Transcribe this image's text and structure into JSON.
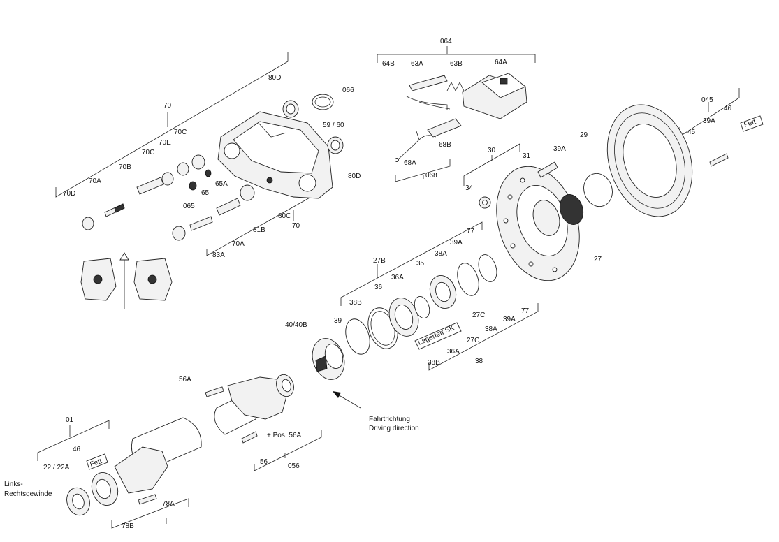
{
  "callouts": {
    "c064": "064",
    "c64B": "64B",
    "c63A": "63A",
    "c63B": "63B",
    "c64A": "64A",
    "c68B": "68B",
    "c68A": "68A",
    "c068": "068",
    "c80D_top": "80D",
    "c066": "066",
    "c70_top": "70",
    "c59_60": "59 /  60",
    "c70C_a": "70C",
    "c70E": "70E",
    "c70C_b": "70C",
    "c70B": "70B",
    "c70A_a": "70A",
    "c70D": "70D",
    "c65A": "65A",
    "c65": "65",
    "c065": "065",
    "c80D_right": "80D",
    "c80C": "80C",
    "c81B": "81B",
    "c70A_b": "70A",
    "c83A": "83A",
    "c70_bottom": "70",
    "c045": "045",
    "c46_top": "46",
    "c39A_top": "39A",
    "c45": "45",
    "c29": "29",
    "c30": "30",
    "c31": "31",
    "c39A_mid": "39A",
    "c34": "34",
    "c27": "27",
    "c77_top": "77",
    "c39A_b": "39A",
    "c27B": "27B",
    "c38A_a": "38A",
    "c35": "35",
    "c36A_a": "36A",
    "c36_a": "36",
    "c38B_a": "38B",
    "c39": "39",
    "c40_40B": "40/40B",
    "c27C_a": "27C",
    "c77_b": "77",
    "c39A_c": "39A",
    "c38A_b": "38A",
    "c27C_b": "27C",
    "c36A_b": "36A",
    "c38B_b": "38B",
    "c38_b": "38",
    "c56A": "56A",
    "c56": "56",
    "c056": "056",
    "pos56A": "+ Pos. 56A",
    "c01": "01",
    "c46_bottom": "46",
    "c22_22A": "22 / 22A",
    "c78A": "78A",
    "c78B": "78B"
  },
  "tags": {
    "fett_top": "Fett",
    "fett_bottom": "Fett",
    "lagerfett": "Lagerfett SK"
  },
  "notes": {
    "direction_de": "Fahrtrichtung",
    "direction_en": "Driving direction",
    "thread_1": "Links-",
    "thread_2": "Rechtsgewinde"
  }
}
